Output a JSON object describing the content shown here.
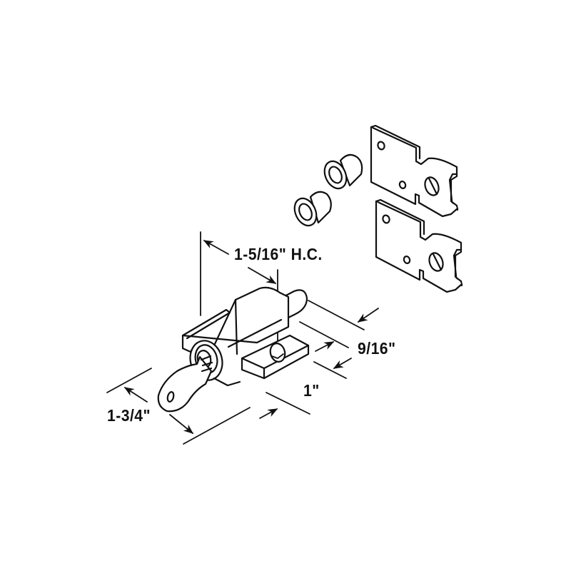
{
  "diagram": {
    "type": "technical-line-drawing",
    "subject": "keyed sliding patio door lock with strike plates and bushings",
    "colors": {
      "background": "#ffffff",
      "line": "#111111",
      "text": "#111111"
    },
    "parts": [
      {
        "id": "lock-body",
        "label": ""
      },
      {
        "id": "key",
        "label": ""
      },
      {
        "id": "bushing-1",
        "label": ""
      },
      {
        "id": "bushing-2",
        "label": ""
      },
      {
        "id": "strike-plate-upper",
        "label": ""
      },
      {
        "id": "strike-plate-lower",
        "label": ""
      }
    ],
    "dimensions": {
      "hole_center": "1-5/16\" H.C.",
      "height": "9/16\"",
      "width": "1\"",
      "length": "1-3/4\""
    }
  }
}
